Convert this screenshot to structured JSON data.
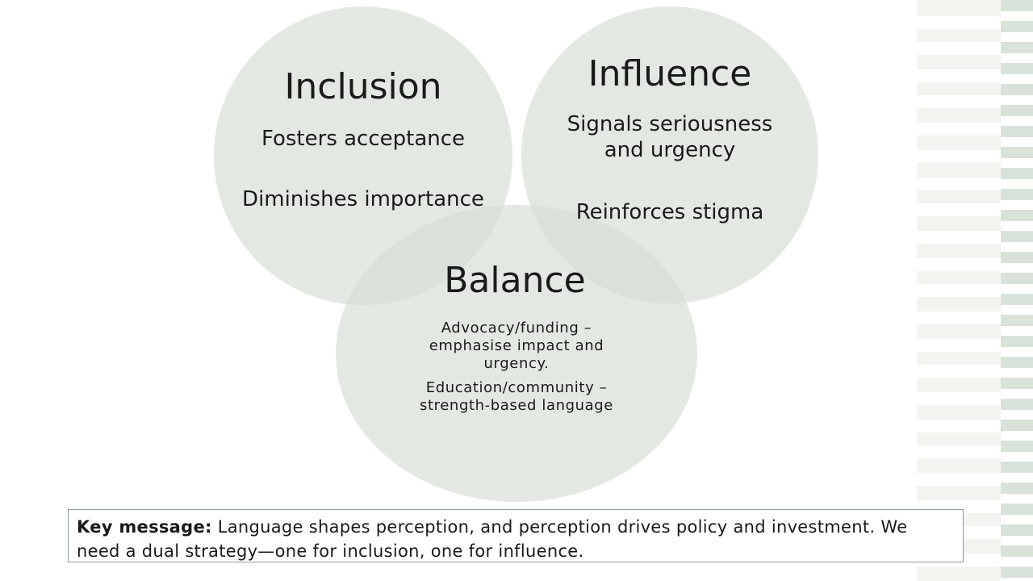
{
  "inclusion": {
    "title": "Inclusion",
    "point_1": "Fosters acceptance",
    "point_2": "Diminishes importance"
  },
  "influence": {
    "title": "Influence",
    "point_1": "Signals seriousness and urgency",
    "point_2": "Reinforces stigma"
  },
  "balance": {
    "title": "Balance",
    "point_1": "Advocacy/funding – emphasise impact and urgency.",
    "point_2": "Education/community – strength-based language"
  },
  "key_message": {
    "label": "Key message:",
    "text": "Language shapes perception, and perception drives policy and investment. We need a dual strategy—one for inclusion, one for influence."
  },
  "colors": {
    "circle_fill": "#d6dbd4",
    "stripe_green": "#d9e2d9",
    "box_border": "#8a9a9a"
  }
}
